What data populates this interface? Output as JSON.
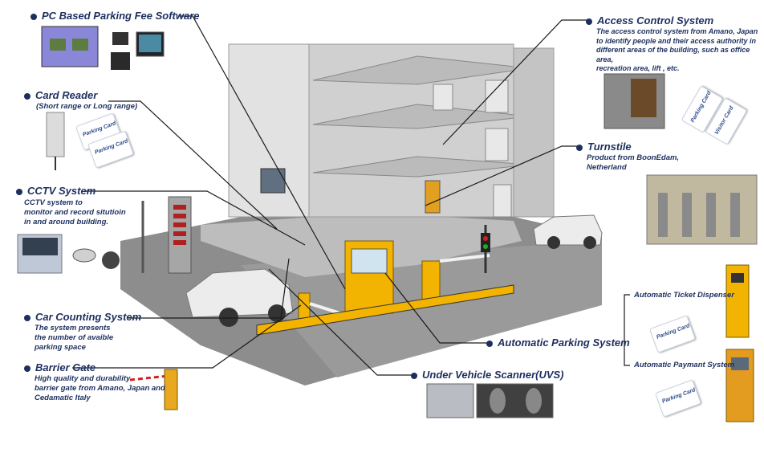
{
  "labels": {
    "pc_software": "PC Based Parking Fee Software",
    "card_reader": "Card Reader",
    "card_reader_sub": "(Short range or Long range)",
    "cctv": "CCTV System",
    "cctv_sub": [
      "CCTV system to",
      "monitor and record situtioin",
      "in and around building."
    ],
    "car_counting": "Car Counting System",
    "car_counting_sub": [
      "The system presents",
      "the number of avaible",
      "parking space"
    ],
    "barrier": "Barrier Gate",
    "barrier_sub": [
      "High quality and durability",
      "barrier gate from Amano, Japan and",
      "Cedamatic Italy"
    ],
    "uvs": "Under Vehicle  Scanner(UVS)",
    "aps": "Automatic Parking System",
    "access": "Access Control System",
    "access_sub": [
      "The access control system from Amano, Japan",
      "to identify people and their access authority in",
      "different areas of the building, such as office area,",
      "recreation area, lift , etc."
    ],
    "turnstile": "Turnstile",
    "turnstile_sub": [
      "Product  from BoonEdam,",
      "Netherland"
    ],
    "ticket": "Automatic Ticket Dispenser",
    "payment": "Automatic Paymant System"
  },
  "cards": {
    "parking": "Parking Card",
    "visitor": "Visitor Card"
  },
  "colors": {
    "label": "#1d2f5f",
    "ground": "#8a8a8a",
    "building": "#d7d7d7",
    "booth_yellow": "#f2b400",
    "leader": "#1a1a1a"
  }
}
